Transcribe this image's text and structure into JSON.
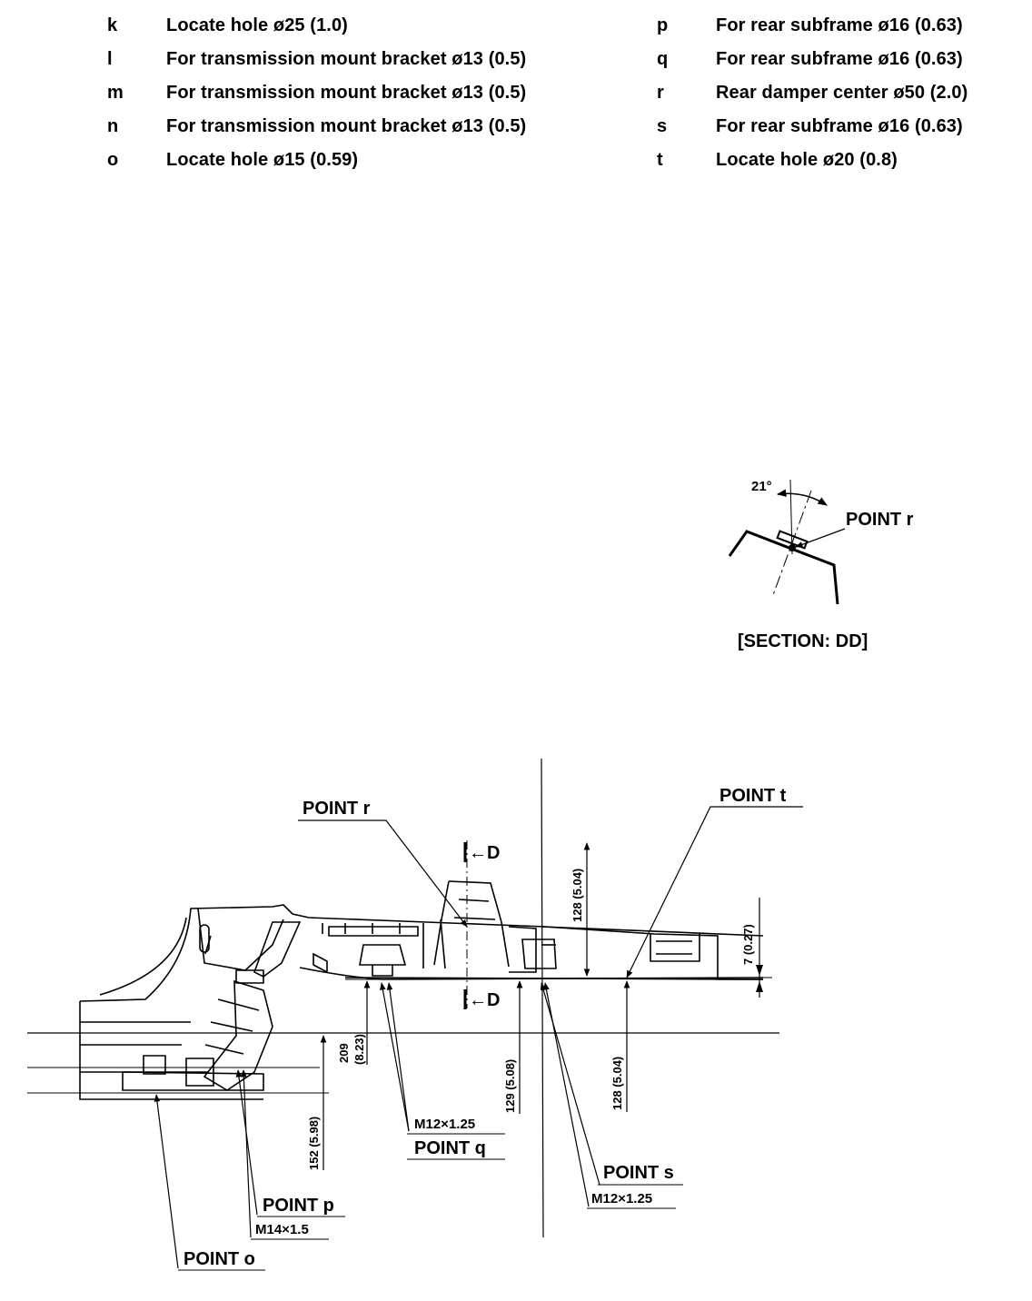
{
  "legend_left": [
    {
      "letter": "k",
      "desc": "Locate hole ø25 (1.0)"
    },
    {
      "letter": "l",
      "desc": "For transmission mount bracket ø13 (0.5)"
    },
    {
      "letter": "m",
      "desc": "For transmission mount bracket ø13 (0.5)"
    },
    {
      "letter": "n",
      "desc": "For transmission mount bracket ø13 (0.5)"
    },
    {
      "letter": "o",
      "desc": "Locate hole ø15 (0.59)"
    }
  ],
  "legend_right": [
    {
      "letter": "p",
      "desc": "For rear subframe ø16 (0.63)"
    },
    {
      "letter": "q",
      "desc": "For rear subframe ø16 (0.63)"
    },
    {
      "letter": "r",
      "desc": "Rear damper center ø50 (2.0)"
    },
    {
      "letter": "s",
      "desc": "For rear subframe ø16 (0.63)"
    },
    {
      "letter": "t",
      "desc": "Locate hole ø20 (0.8)"
    }
  ],
  "section": {
    "angle": "21°",
    "point_label": "POINT r",
    "caption": "[SECTION: DD]"
  },
  "main": {
    "point_r": "POINT r",
    "point_t": "POINT t",
    "point_q": "POINT q",
    "point_s": "POINT s",
    "point_p": "POINT p",
    "point_o": "POINT o",
    "thread_q": "M12×1.25",
    "thread_s": "M12×1.25",
    "thread_p": "M14×1.5",
    "section_mark": "←D",
    "dims": {
      "d209": "209",
      "d209_in": "(8.23)",
      "d152": "152 (5.98)",
      "d129": "129 (5.08)",
      "d128_upper": "128 (5.04)",
      "d128_lower": "128 (5.04)",
      "d7": "7 (0.27)"
    }
  }
}
